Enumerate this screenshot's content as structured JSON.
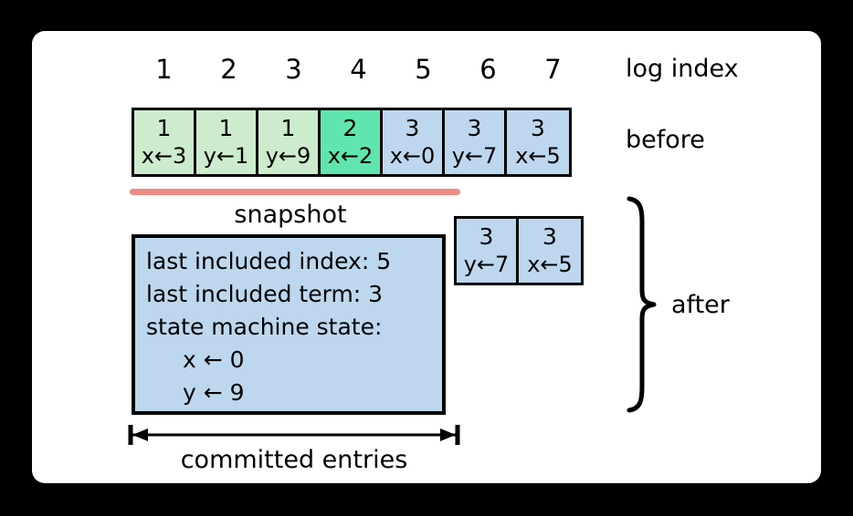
{
  "diagram": {
    "title_labels": {
      "log_index": "log index",
      "before": "before",
      "after": "after",
      "snapshot": "snapshot",
      "committed_entries": "committed entries"
    },
    "log_index_numbers": [
      "1",
      "2",
      "3",
      "4",
      "5",
      "6",
      "7"
    ],
    "before_log": [
      {
        "index": "1",
        "term": "1",
        "command": "x←3",
        "fill": "#cdeccd"
      },
      {
        "index": "2",
        "term": "1",
        "command": "y←1",
        "fill": "#cdeccd"
      },
      {
        "index": "3",
        "term": "1",
        "command": "y←9",
        "fill": "#cdeccd"
      },
      {
        "index": "4",
        "term": "2",
        "command": "x←2",
        "fill": "#5fe5ad"
      },
      {
        "index": "5",
        "term": "3",
        "command": "x←0",
        "fill": "#bdd7ee"
      },
      {
        "index": "6",
        "term": "3",
        "command": "y←7",
        "fill": "#bdd7ee"
      },
      {
        "index": "7",
        "term": "3",
        "command": "x←5",
        "fill": "#bdd7ee"
      }
    ],
    "after_log": [
      {
        "index": "6",
        "term": "3",
        "command": "y←7",
        "fill": "#bdd7ee"
      },
      {
        "index": "7",
        "term": "3",
        "command": "x←5",
        "fill": "#bdd7ee"
      }
    ],
    "snapshot": {
      "lines": [
        {
          "text": "last included index: 5",
          "indent": false
        },
        {
          "text": "last included term: 3",
          "indent": false
        },
        {
          "text": "state machine state:",
          "indent": false
        },
        {
          "text": "x ← 0",
          "indent": true
        },
        {
          "text": "y ← 9",
          "indent": true
        }
      ],
      "last_included_index": "5",
      "last_included_term": "3",
      "state_machine_state": {
        "x": "0",
        "y": "9"
      },
      "fill": "#bdd7ee"
    },
    "colors": {
      "page_background": "#000000",
      "card_background": "#ffffff",
      "term1_green": "#cdeccd",
      "term2_teal": "#5fe5ad",
      "term3_blue": "#bdd7ee",
      "divider_pink": "#ef8b85",
      "stroke_black": "#000000"
    }
  }
}
